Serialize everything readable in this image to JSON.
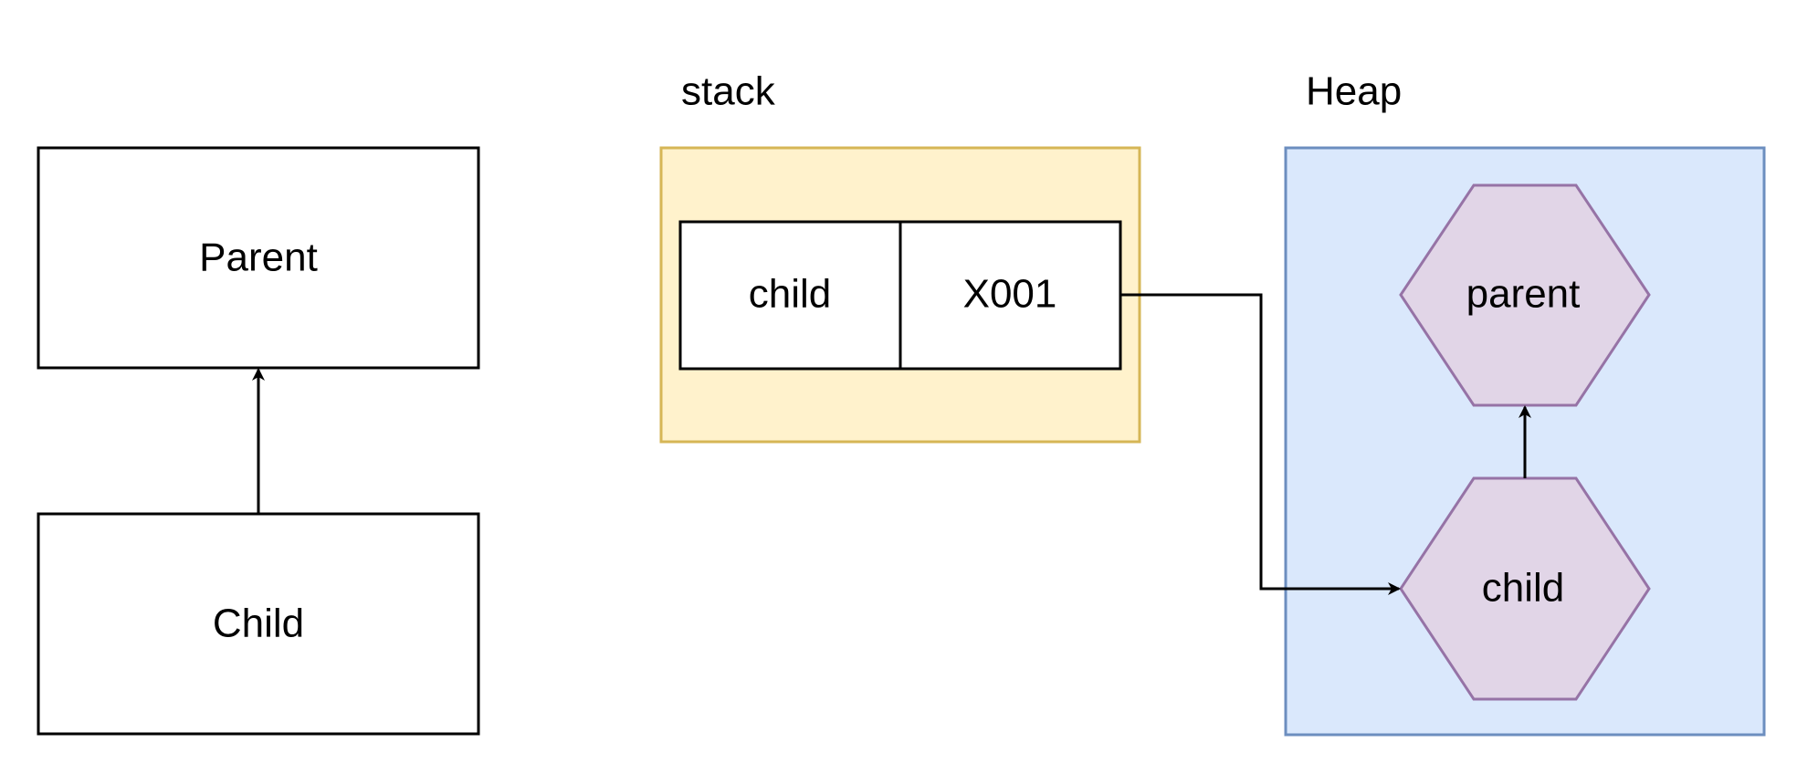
{
  "class_diagram": {
    "parent_label": "Parent",
    "child_label": "Child"
  },
  "stack": {
    "title": "stack",
    "variable_name": "child",
    "variable_value": "X001",
    "fill_color": "#fff2cc",
    "border_color": "#d6b656"
  },
  "heap": {
    "title": "Heap",
    "parent_object_label": "parent",
    "child_object_label": "child",
    "fill_color": "#dae8fc",
    "border_color": "#6c8ebf",
    "object_fill_color": "#e1d5e7",
    "object_border_color": "#9673a6"
  }
}
